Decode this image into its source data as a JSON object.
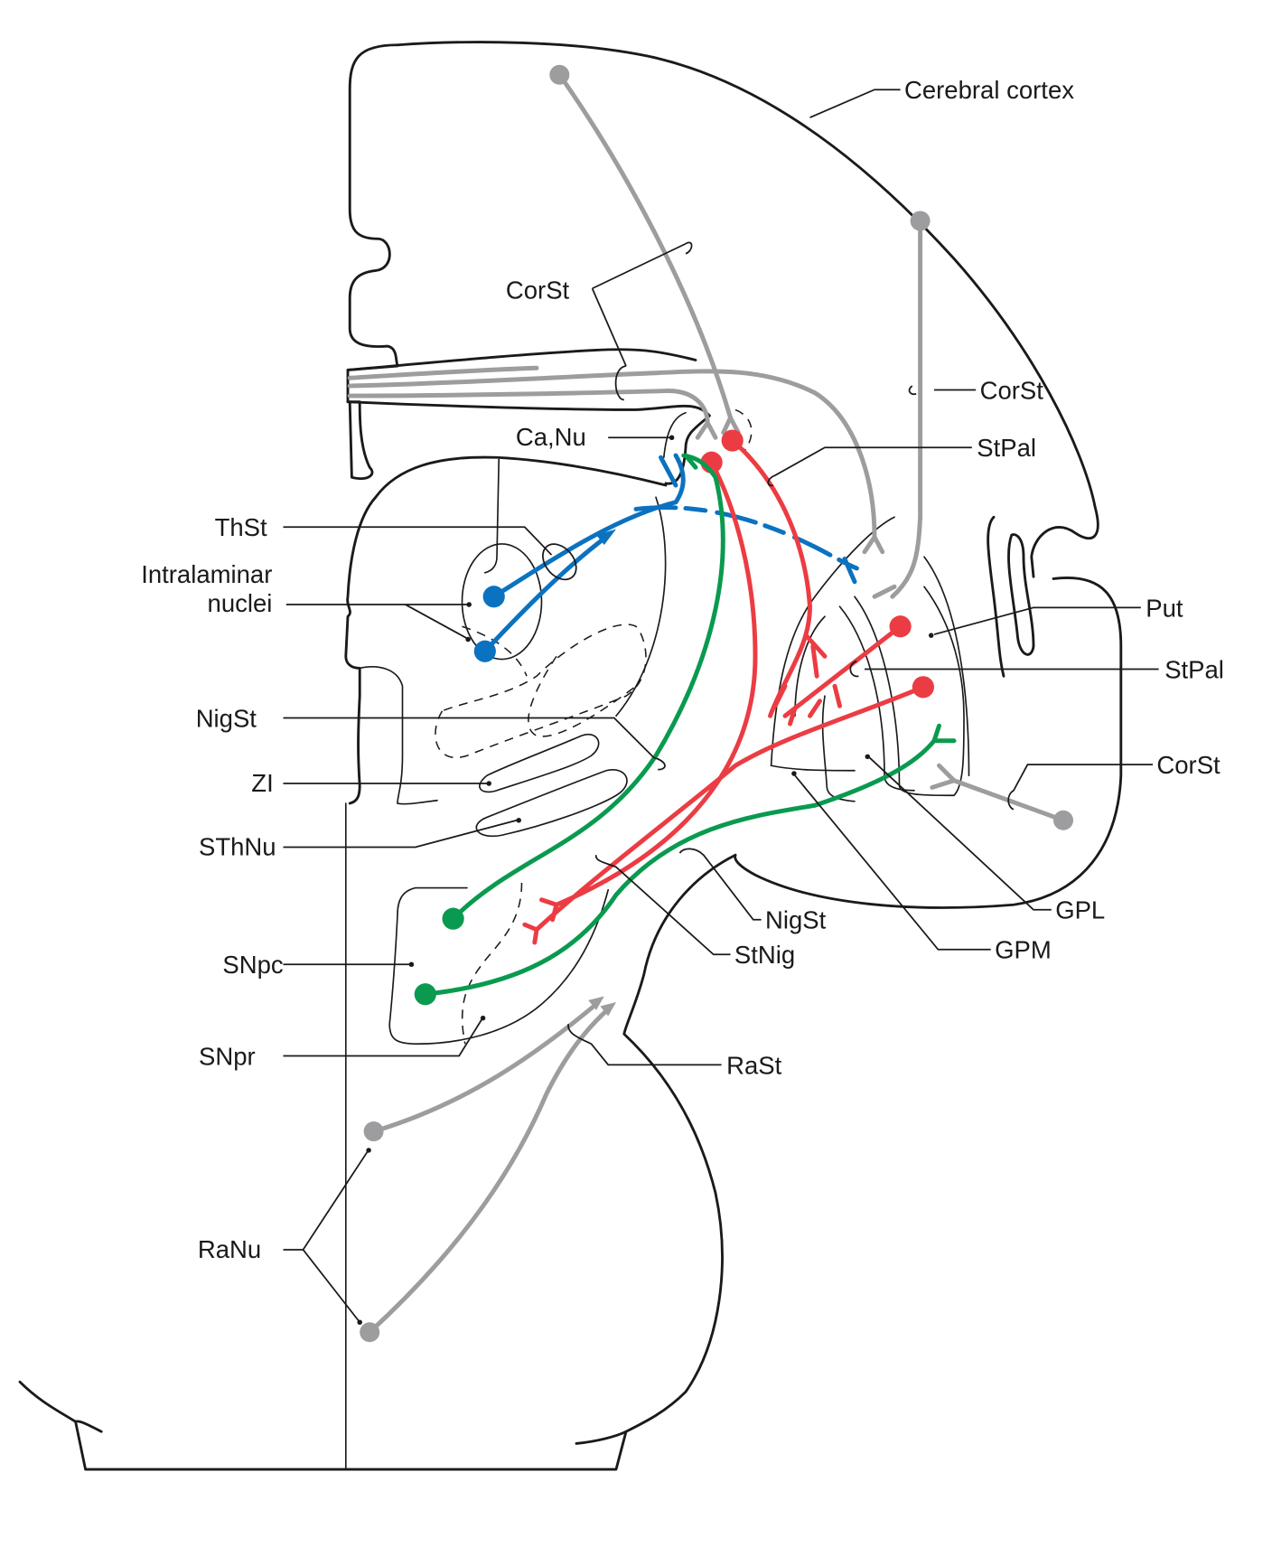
{
  "title": "Basal ganglia afferent pathways (coronal section)",
  "labels": {
    "cerebral_cortex": "Cerebral cortex",
    "corst_upper": "CorSt",
    "corst_right": "CorSt",
    "corst_lower": "CorSt",
    "canu": "Ca,Nu",
    "stpal_upper": "StPal",
    "stpal_lower": "StPal",
    "thst": "ThSt",
    "intralaminar_1": "Intralaminar",
    "intralaminar_2": "nuclei",
    "put": "Put",
    "nigst_left": "NigSt",
    "nigst_bottom": "NigSt",
    "zi": "ZI",
    "sthnu": "SThNu",
    "snpc": "SNpc",
    "snpr": "SNpr",
    "stnig": "StNig",
    "gpl": "GPL",
    "gpm": "GPM",
    "rast": "RaSt",
    "ranu": "RaNu"
  },
  "pathway_colors": {
    "corticostriate": "#9d9d9f",
    "thalamostriate": "#0b72c0",
    "striatopallidal_striatonigral": "#ec3c43",
    "nigrostriatal": "#0a9a4f",
    "raphe_striatal": "#9d9d9f"
  }
}
